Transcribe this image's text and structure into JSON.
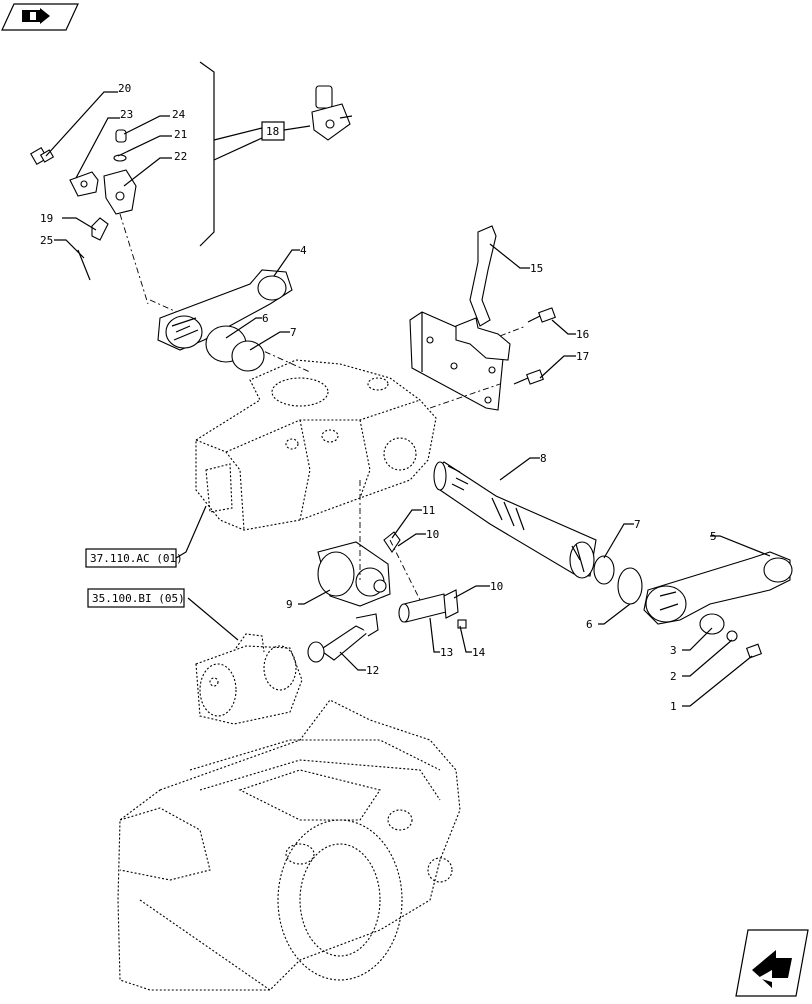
{
  "callouts": {
    "c20": "20",
    "c23": "23",
    "c24": "24",
    "c21": "21",
    "c22": "22",
    "c19": "19",
    "c25": "25",
    "c18": "18",
    "c4": "4",
    "c15": "15",
    "c16": "16",
    "c17": "17",
    "c6a": "6",
    "c7a": "7",
    "c8": "8",
    "c11": "11",
    "c10a": "10",
    "c5": "5",
    "c7b": "7",
    "c9": "9",
    "c10b": "10",
    "c6b": "6",
    "c3": "3",
    "c2": "2",
    "c1": "1",
    "c13": "13",
    "c14": "14",
    "c12": "12"
  },
  "references": {
    "ref1": "37.110.AC (01)",
    "ref2": "35.100.BI (05)"
  },
  "icons": {
    "top_nav": "book-arrow-icon",
    "bottom_nav": "next-page-arrow-icon"
  }
}
